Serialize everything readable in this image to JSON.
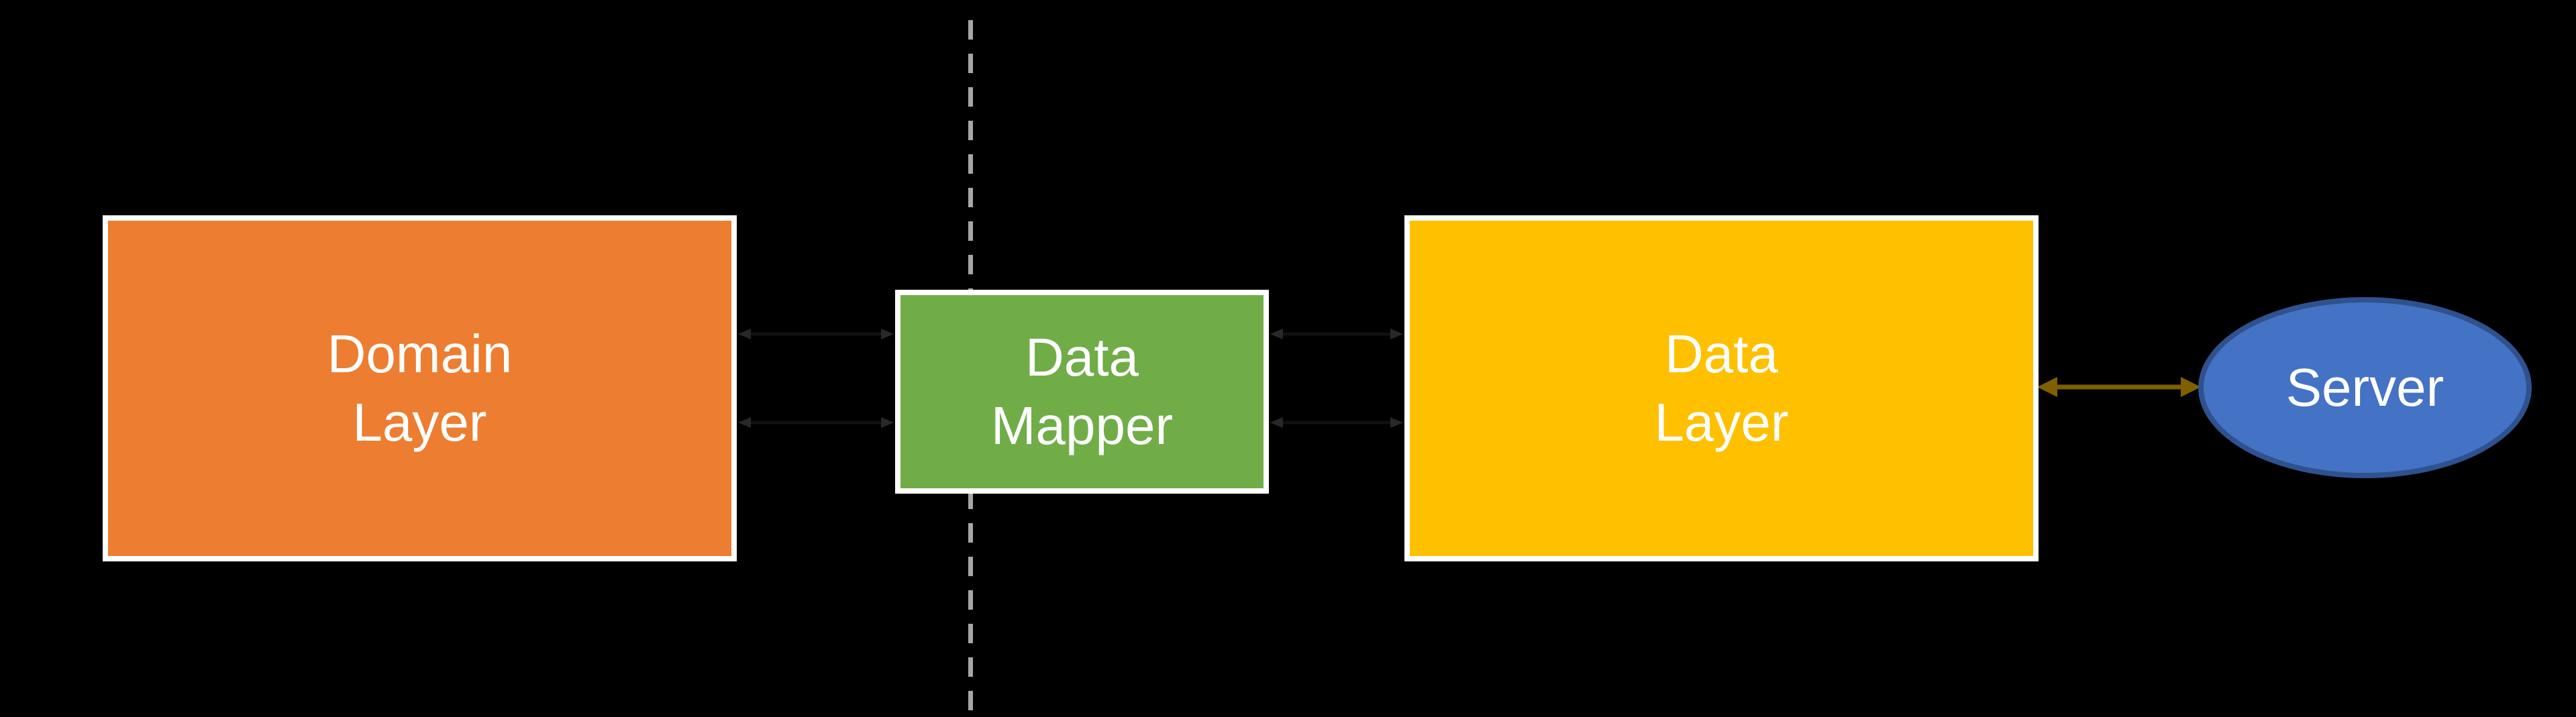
{
  "diagram": {
    "background_color": "#000000",
    "boundary": {
      "description": "vertical dashed separator line",
      "color": "#A6A6A6",
      "style": "dashed"
    },
    "nodes": {
      "domain_layer": {
        "label": "Domain\nLayer",
        "shape": "rectangle",
        "fill_color": "#ED7D31",
        "border_color": "#FFFFFF",
        "text_color": "#FFFFFF"
      },
      "data_mapper": {
        "label": "Data\nMapper",
        "shape": "rectangle",
        "fill_color": "#70AD47",
        "border_color": "#FFFFFF",
        "text_color": "#FFFFFF"
      },
      "data_layer": {
        "label": "Data\nLayer",
        "shape": "rectangle",
        "fill_color": "#FFC000",
        "border_color": "#FFFFFF",
        "text_color": "#FFFFFF"
      },
      "server": {
        "label": "Server",
        "shape": "ellipse",
        "fill_color": "#4472C4",
        "border_color": "#2F528F",
        "text_color": "#FFFFFF"
      }
    },
    "connectors": [
      {
        "from": "domain_layer",
        "to": "data_mapper",
        "type": "double-headed-arrow",
        "position": "upper",
        "color": "#1C1C1C"
      },
      {
        "from": "domain_layer",
        "to": "data_mapper",
        "type": "double-headed-arrow",
        "position": "lower",
        "color": "#1C1C1C"
      },
      {
        "from": "data_mapper",
        "to": "data_layer",
        "type": "double-headed-arrow",
        "position": "upper",
        "color": "#1C1C1C"
      },
      {
        "from": "data_mapper",
        "to": "data_layer",
        "type": "double-headed-arrow",
        "position": "lower",
        "color": "#1C1C1C"
      },
      {
        "from": "data_layer",
        "to": "server",
        "type": "double-headed-arrow",
        "position": "middle",
        "color": "#7F6000"
      }
    ]
  }
}
